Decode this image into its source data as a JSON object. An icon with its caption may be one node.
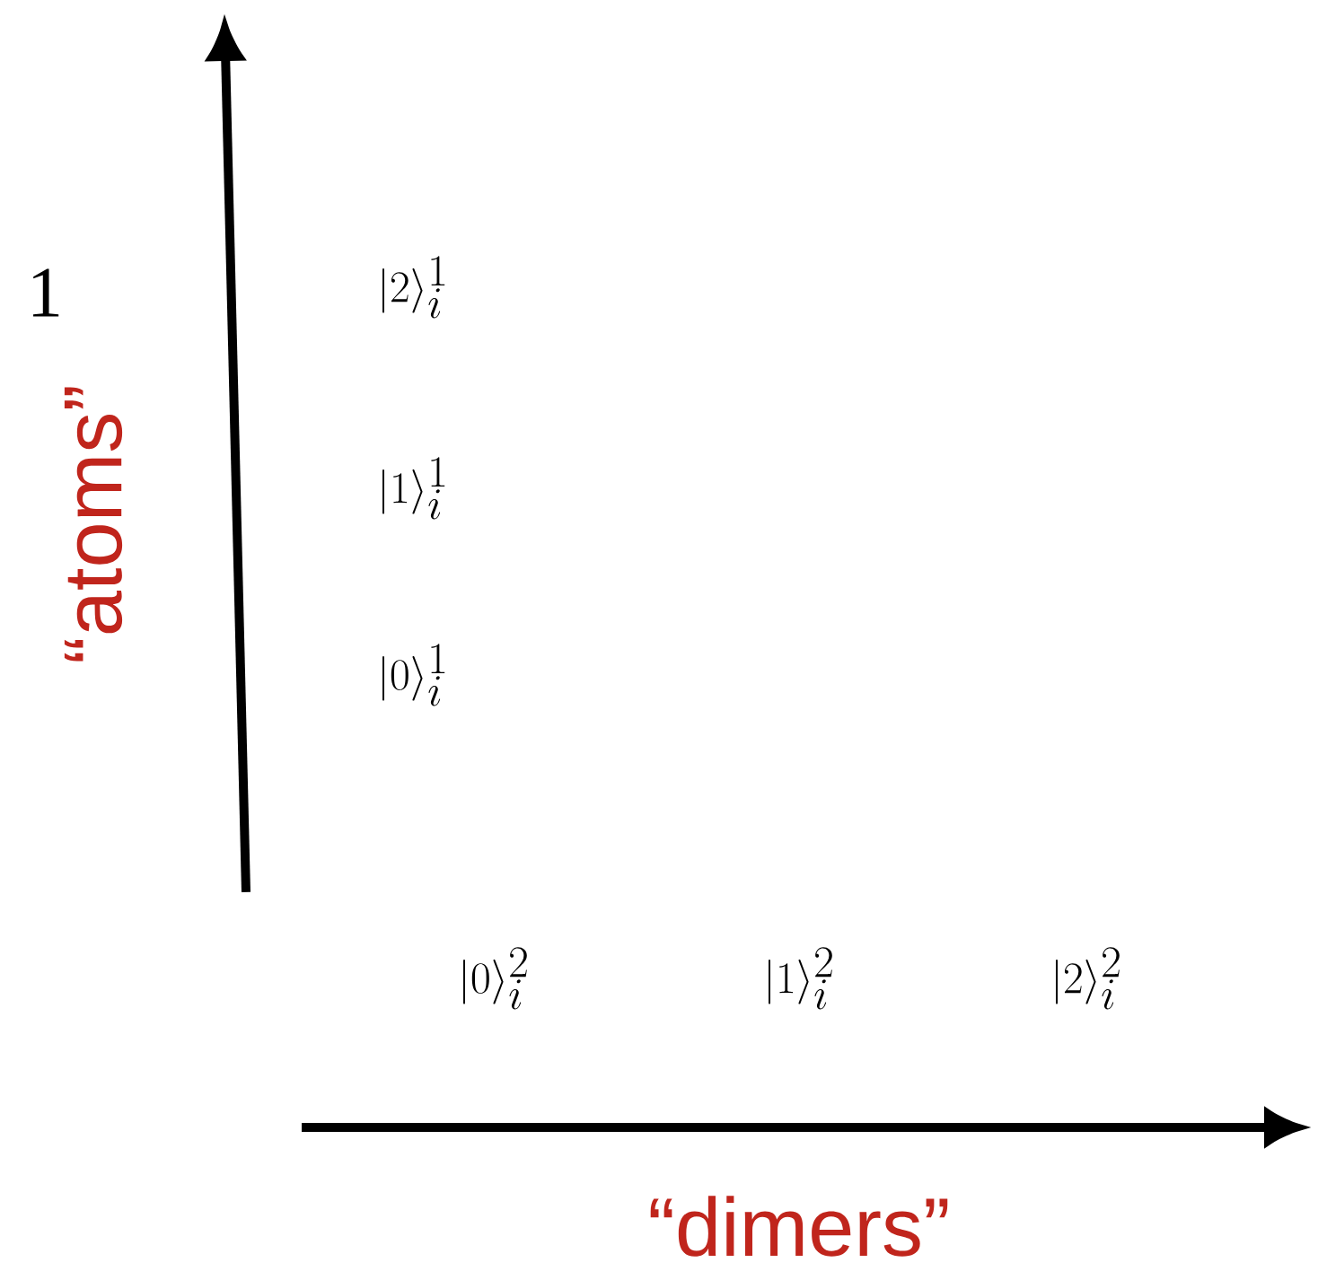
{
  "diagram": {
    "labels": [
      "1",
      "|2\\rangle_i^1",
      "|1\\rangle_i^1",
      "|0\\rangle_i^1",
      "“atoms”",
      "|0\\rangle_i^2",
      "|1\\rangle_i^2",
      "|2\\rangle_i^2",
      "“dimers”"
    ]
  }
}
